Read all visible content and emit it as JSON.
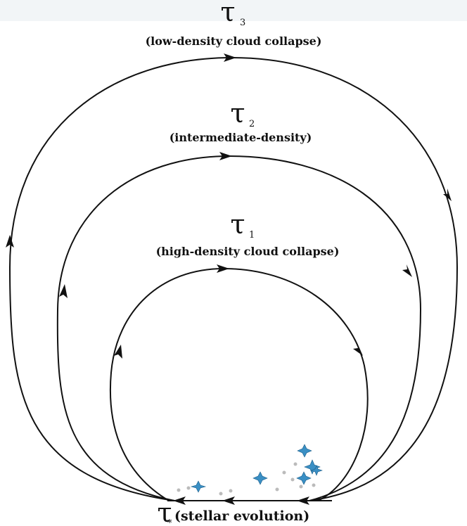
{
  "cycles": [
    {
      "symbol": "τ",
      "subscript": "3",
      "label": "(low-density cloud collapse)"
    },
    {
      "symbol": "τ",
      "subscript": "2",
      "label": "(intermediate-density)"
    },
    {
      "symbol": "τ",
      "subscript": "1",
      "label": "(high-density cloud collapse)"
    }
  ],
  "bottom": {
    "symbol": "τ",
    "subscript": "*",
    "label": "(stellar evolution)"
  },
  "colors": {
    "line": "#111111",
    "star": "#3a8fc4",
    "dot": "#bbbbbb"
  }
}
